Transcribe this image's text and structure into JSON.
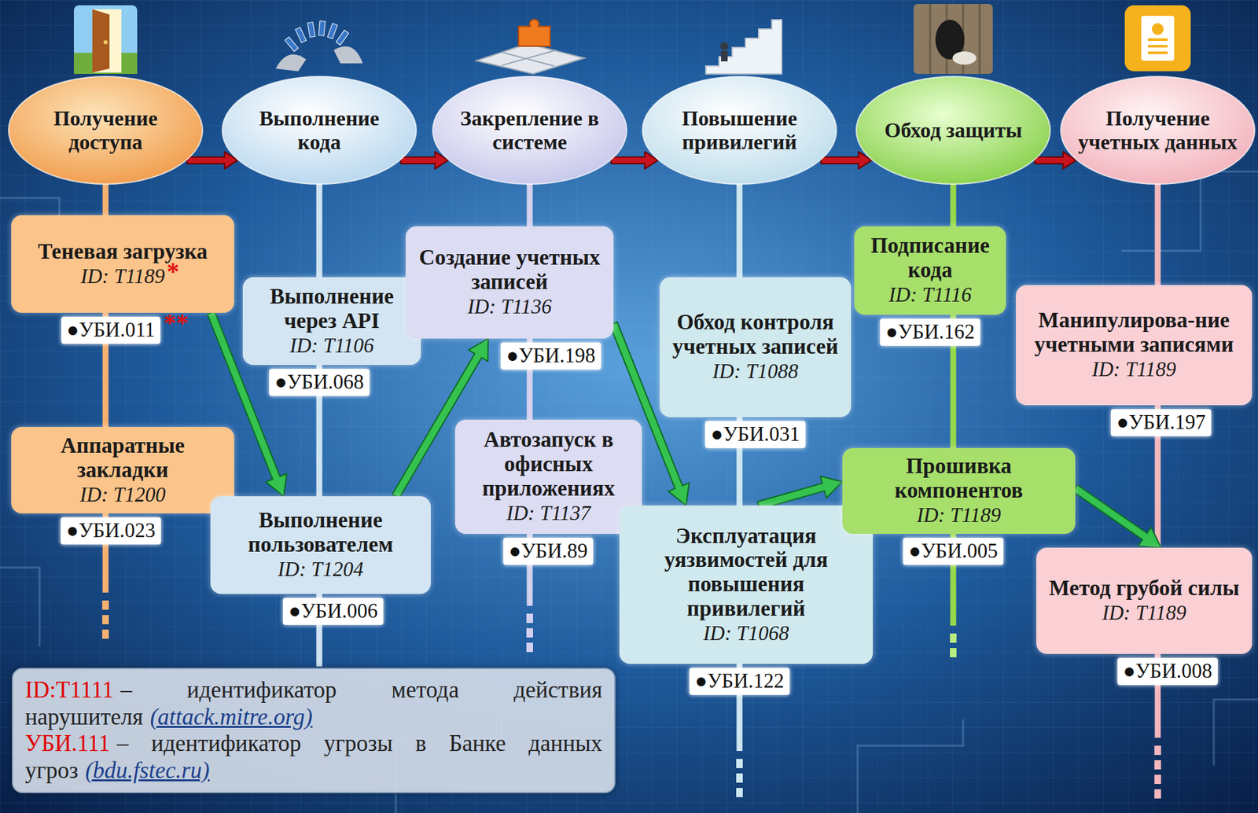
{
  "diagram": {
    "nodes": [
      {
        "text": [
          "Получение доступа"
        ]
      },
      {
        "text": [
          "Выполнение кода"
        ]
      },
      {
        "text": [
          "Закрепление в системе"
        ]
      },
      {
        "text": [
          "Повышение привилегий"
        ]
      },
      {
        "text": [
          "Обход защиты"
        ]
      },
      {
        "text": [
          "Получение учетных данных"
        ]
      },
      {
        "text": [
          "Теневая загрузка",
          "ID: T1189"
        ]
      },
      {
        "text": [
          "Аппаратные закладки",
          "ID: T1200"
        ]
      },
      {
        "text": [
          "Выполнение через API",
          "ID: T1106"
        ]
      },
      {
        "text": [
          "Выполнение пользователем",
          "ID: T1204"
        ]
      },
      {
        "text": [
          "Создание учетных записей",
          "ID: T1136"
        ]
      },
      {
        "text": [
          "Автозапуск в офисных приложениях",
          "ID: T1137"
        ]
      },
      {
        "text": [
          "Обход контроля учетных записей",
          "ID: T1088"
        ]
      },
      {
        "text": [
          "Эксплуатация уязвимостей для повышения привилегий",
          "ID: T1068"
        ]
      },
      {
        "text": [
          "Подписание кода",
          "ID: T1116"
        ]
      },
      {
        "text": [
          "Прошивка компонентов",
          "ID: T1189"
        ]
      },
      {
        "text": [
          "Манипулирова-ние учетными записями",
          "ID: T1189"
        ]
      },
      {
        "text": [
          "Метод грубой силы",
          "ID: T1189"
        ]
      },
      {
        "text": [
          "ID:T1111",
          "– идентификатор метода действия нарушителя",
          "(attack.mitre.org)",
          "УБИ.111",
          "– идентификатор угрозы в Банке данных угроз",
          "(bdu.fstec.ru)"
        ]
      }
    ],
    "edges": [
      {
        "from": 0,
        "to": 1,
        "arrow": "to"
      },
      {
        "from": 1,
        "to": 2,
        "arrow": "to"
      },
      {
        "from": 2,
        "to": 3,
        "arrow": "to"
      },
      {
        "from": 3,
        "to": 4,
        "arrow": "to"
      },
      {
        "from": 4,
        "to": 5,
        "arrow": "to"
      },
      {
        "from": 6,
        "to": 9,
        "arrow": "to"
      },
      {
        "from": 9,
        "to": 10,
        "arrow": "to"
      },
      {
        "from": 10,
        "to": 13,
        "arrow": "to"
      },
      {
        "from": 13,
        "to": 15,
        "arrow": "to"
      },
      {
        "from": 15,
        "to": 17,
        "arrow": "to"
      }
    ],
    "labels": [
      "*",
      "●УБИ.011",
      "**",
      "●УБИ.023",
      "●УБИ.068",
      "●УБИ.006",
      "●УБИ.198",
      "●УБИ.89",
      "●УБИ.031",
      "●УБИ.122",
      "●УБИ.162",
      "●УБИ.005",
      "●УБИ.197",
      "●УБИ.008"
    ]
  }
}
